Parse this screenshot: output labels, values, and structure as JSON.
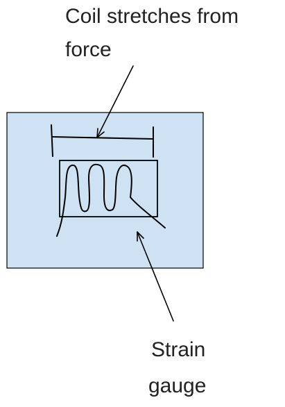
{
  "labels": {
    "top_line1": "Coil stretches from",
    "top_line2": "force",
    "bottom_line1": "Strain",
    "bottom_line2": "gauge"
  },
  "colors": {
    "panel_fill": "#cfe2f3",
    "stroke": "#000000",
    "text": "#222222"
  }
}
